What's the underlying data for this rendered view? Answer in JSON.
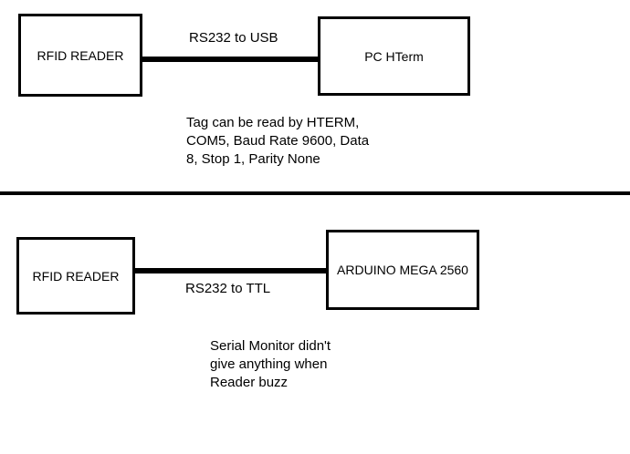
{
  "diagram": {
    "top_section": {
      "left_box_label": "RFID READER",
      "link_label": "RS232 to USB",
      "right_box_label": "PC HTerm",
      "caption": "Tag can be read by HTERM,\nCOM5, Baud Rate 9600, Data\n8, Stop 1, Parity None"
    },
    "bottom_section": {
      "left_box_label": "RFID READER",
      "link_label": "RS232 to TTL",
      "right_box_label": "ARDUINO MEGA 2560",
      "caption": "Serial Monitor didn't\ngive anything when\nReader buzz"
    },
    "colors": {
      "background": "#ffffff",
      "stroke": "#000000",
      "text": "#000000"
    }
  }
}
